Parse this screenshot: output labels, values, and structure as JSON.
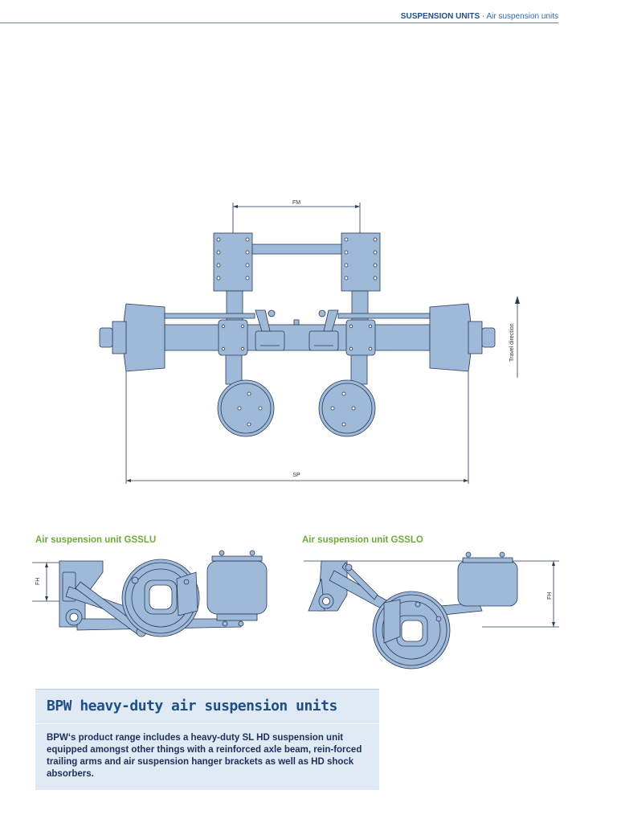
{
  "header": {
    "section": "SUSPENSION UNITS",
    "separator": " · ",
    "subsection": "Air suspension units"
  },
  "top_drawing": {
    "dim_fm": "FM",
    "dim_sp": "SP",
    "travel_direction": "Travel direction"
  },
  "left_drawing": {
    "title": "Air suspension unit GSSLU",
    "dim_fh": "FH"
  },
  "right_drawing": {
    "title": "Air suspension unit GSSLO",
    "dim_fh": "FH"
  },
  "info_box": {
    "title": "BPW heavy-duty air suspension units",
    "body": "BPW‘s product range includes a heavy-duty SL HD suspension unit equipped amongst other things with a reinforced axle beam, rein-forced trailing arms and air suspension hanger brackets as well as HD shock absorbers."
  },
  "colors": {
    "part_fill": "#9fb9d8",
    "part_stroke": "#2a3a55",
    "accent_blue": "#1f4f86",
    "accent_green": "#6fa83a",
    "box_bg": "#dfeaf5"
  }
}
